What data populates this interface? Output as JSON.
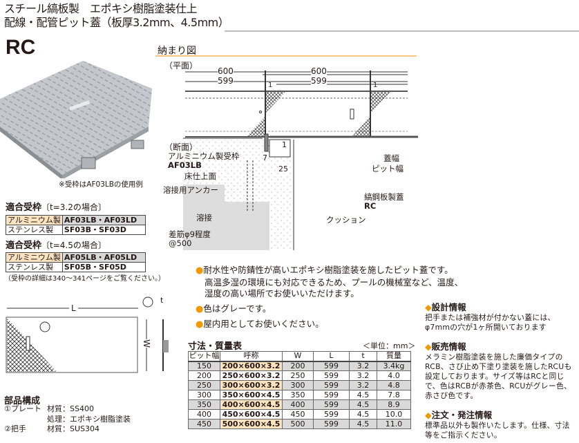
{
  "header": {
    "title_line1": "スチール縞板製　エポキシ樹脂塗装仕上",
    "title_line2": "配線・配管ピット蓋（板厚3.2mm、4.5mm）",
    "product_code": "RC"
  },
  "photo": {
    "caption": "※受枠はAF03LBの使用例",
    "caption_bold": "AF03LB"
  },
  "frames": [
    {
      "heading": "適合受枠",
      "condition": "〔t=3.2の場合〕",
      "rows": [
        {
          "material": "アルミニウム製",
          "models": "AF03LB・AF03LD"
        },
        {
          "material": "ステンレス製",
          "models": "SF03B・SF03D"
        }
      ]
    },
    {
      "heading": "適合受枠",
      "condition": "〔t=4.5の場合〕",
      "rows": [
        {
          "material": "アルミニウム製",
          "models": "AF05LB・AF05LD"
        },
        {
          "material": "ステンレス製",
          "models": "SF05B・SF05D"
        }
      ]
    }
  ],
  "frames_note": "（受枠の詳細は340〜341ページをご覧ください。）",
  "plate_drawing": {
    "dim_L": "L",
    "dim_W": "W",
    "dim_t": "t",
    "callout1": "①",
    "callout2": "②"
  },
  "parts": {
    "heading": "部品構成",
    "items": [
      {
        "no": "①プレート",
        "lines": [
          "材質：SS400",
          "処理：エポキシ樹脂塗装"
        ]
      },
      {
        "no": "②把手",
        "lines": [
          "材質：SUS304"
        ]
      }
    ]
  },
  "installation": {
    "title": "納まり図",
    "plan": {
      "label": "（平面）",
      "dim_600_a": "600",
      "dim_599_a": "599",
      "dim_600_b": "600",
      "dim_599_b": "599",
      "gap_a": "1",
      "gap_b": "1"
    },
    "section": {
      "label": "（断面）",
      "frame_label": "アルミニウム製受枠",
      "frame_model": "AF03LB",
      "floor": "床仕上面",
      "anchor": "溶接用アンカー",
      "weld": "溶接",
      "rebar": "差筋φ9程度",
      "rebar_pitch": "@500",
      "dim_1": "1",
      "dim_7": "7",
      "dim_25": "25",
      "lid_width": "蓋幅",
      "pit_width": "ピット幅",
      "lid_label": "縞鋼板製蓋",
      "lid_model": "RC",
      "cushion": "クッション"
    }
  },
  "features": [
    "耐水性や防錆性が高いエポキシ樹脂塗装を施したピット蓋です。",
    "高温多湿の環境にも対応できるため、プールの機械室など、温度、",
    "湿度の高い場所でお使いいただけます。",
    "色はグレーです。",
    "屋内用としてお使いください。"
  ],
  "spec_table": {
    "title": "寸法・質量表",
    "unit": "＜単位：mm＞",
    "headers": [
      "ピット幅",
      "呼称",
      "W",
      "L",
      "t",
      "質量"
    ],
    "rows": [
      [
        "150",
        "200×600×3.2",
        "200",
        "599",
        "3.2",
        "3.4kg"
      ],
      [
        "200",
        "250×600×3.2",
        "250",
        "599",
        "3.2",
        "4.0"
      ],
      [
        "250",
        "300×600×3.2",
        "300",
        "599",
        "3.2",
        "4.8"
      ],
      [
        "300",
        "350×600×4.5",
        "350",
        "599",
        "4.5",
        "7.8"
      ],
      [
        "350",
        "400×600×4.5",
        "400",
        "599",
        "4.5",
        "8.9"
      ],
      [
        "400",
        "450×600×4.5",
        "450",
        "599",
        "4.5",
        "10.0"
      ],
      [
        "450",
        "500×600×4.5",
        "500",
        "599",
        "4.5",
        "11.0"
      ]
    ]
  },
  "info": [
    {
      "title": "設計情報",
      "text": "把手または補強材が付かない蓋には、φ7mmの穴が1ヶ所開いております"
    },
    {
      "title": "販売情報",
      "text": "メラミン樹脂塗装を施した廉価タイプのRCB、さび止め下塗り塗装を施したRCUも設定しております。サイズ等はRCと同じで、色はRCBが赤茶色、RCUがグレー色、赤さび色です。"
    },
    {
      "title": "注文・発注情報",
      "text": "標準品以外も製作いたします。仕様、寸法等をご指示ください。"
    }
  ],
  "colors": {
    "accent": "#f39800",
    "highlight": "#fde3c0",
    "row_gray": "#d9d9d9"
  }
}
